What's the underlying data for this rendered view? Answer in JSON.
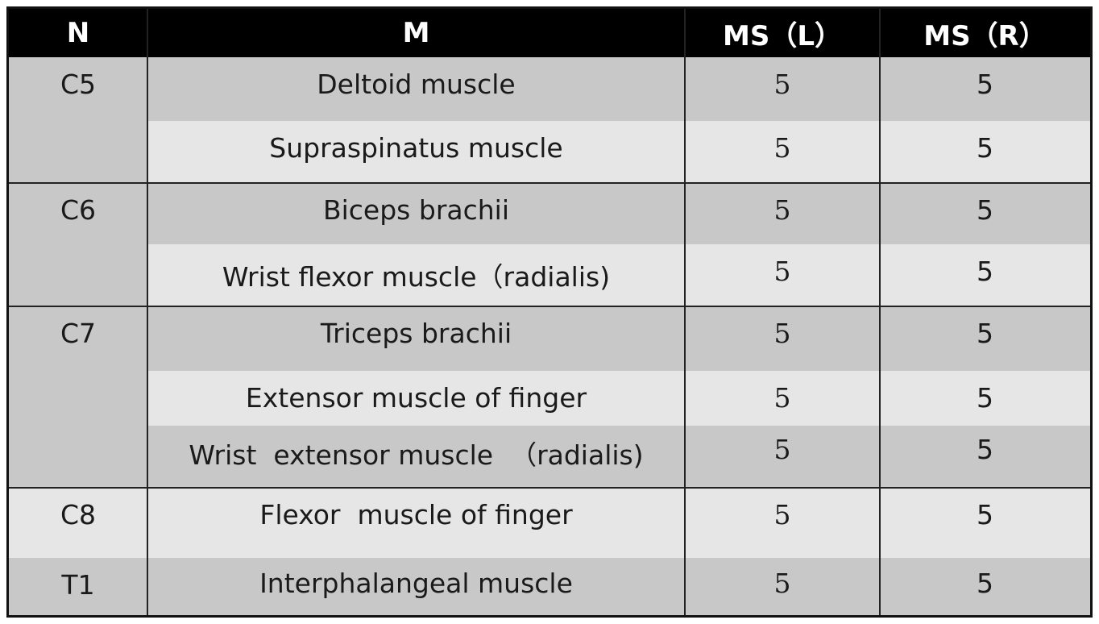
{
  "headers": {
    "n": "N",
    "m": "M",
    "msl": "MS（L）",
    "msr": "MS（R）"
  },
  "groups": [
    {
      "nerve": "C5",
      "rows": [
        {
          "muscle": "Deltoid muscle",
          "l": "5",
          "r": "5"
        },
        {
          "muscle": "Supraspinatus muscle",
          "l": "5",
          "r": "5"
        }
      ]
    },
    {
      "nerve": "C6",
      "rows": [
        {
          "muscle": "Biceps brachii",
          "l": "5",
          "r": "5"
        },
        {
          "muscle": "Wrist flexor muscle（radialis)",
          "l": "5",
          "r": "5"
        }
      ]
    },
    {
      "nerve": "C7",
      "rows": [
        {
          "muscle": "Triceps brachii",
          "l": "5",
          "r": "5"
        },
        {
          "muscle": "Extensor muscle of finger",
          "l": "5",
          "r": "5"
        },
        {
          "muscle": "Wrist  extensor muscle  （radialis)",
          "l": "5",
          "r": "5"
        }
      ]
    },
    {
      "nerve": "C8",
      "rows": [
        {
          "muscle": "Flexor  muscle of finger",
          "l": "5",
          "r": "5"
        }
      ]
    },
    {
      "nerve": "T1",
      "rows": [
        {
          "muscle": "Interphalangeal muscle",
          "l": "5",
          "r": "5"
        }
      ]
    }
  ]
}
